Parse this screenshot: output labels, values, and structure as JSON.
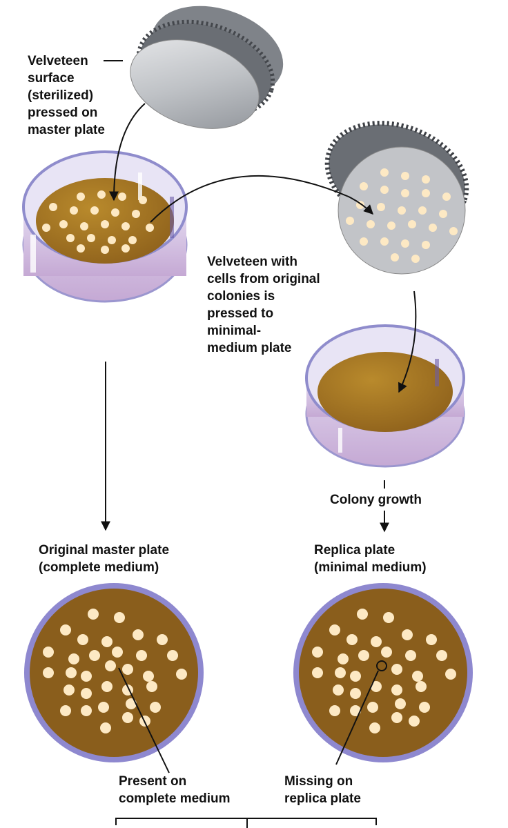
{
  "labels": {
    "velveteen_surface": "Velveteen\nsurface\n(sterilized)\npressed on\nmaster plate",
    "velveteen_cells": "Velveteen with\ncells from original\ncolonies is\npressed to\nminimal-\nmedium plate",
    "colony_growth": "Colony growth",
    "master_plate": "Original master plate\n(complete medium)",
    "replica_plate": "Replica plate\n(minimal medium)",
    "present": "Present on\ncomplete medium",
    "missing": "Missing on\nreplica plate"
  },
  "colors": {
    "agar": "#9a6a20",
    "agar_light": "#b8892e",
    "colony": "#fde9c4",
    "rim": "#8f8ccc",
    "dish_side": "#cfc6e6",
    "block_metal": "#b9bcc1",
    "block_dark": "#6e7177",
    "line": "#111111"
  },
  "icons": {
    "velveteen_block": "velveteen-block-icon",
    "petri_dish": "petri-dish-icon"
  }
}
